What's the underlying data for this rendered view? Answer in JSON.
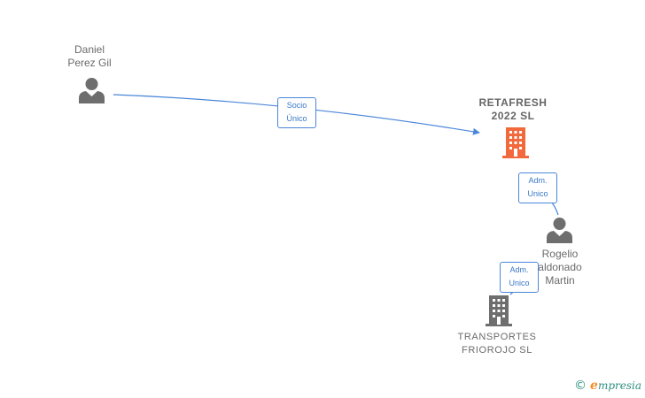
{
  "nodes": {
    "daniel": {
      "line1": "Daniel",
      "line2": "Perez Gil"
    },
    "retafresh": {
      "line1": "RETAFRESH",
      "line2": "2022  SL",
      "color": "#f26a3c"
    },
    "rogelio": {
      "line1": "Rogelio",
      "line2": "aldonado",
      "line3": "Martin"
    },
    "transportes": {
      "line1": "TRANSPORTES",
      "line2": "FRIOROJO  SL",
      "color": "#6e6e6e"
    }
  },
  "edges": {
    "socio": {
      "line1": "Socio",
      "line2": "Único"
    },
    "adm1": {
      "line1": "Adm.",
      "line2": "Unico"
    },
    "adm2": {
      "line1": "Adm.",
      "line2": "Unico"
    }
  },
  "colors": {
    "edge": "#4a86d9",
    "person": "#6e6e6e"
  },
  "watermark": {
    "symbol": "©",
    "brand_initial": "e",
    "brand_rest": "mpresia"
  }
}
